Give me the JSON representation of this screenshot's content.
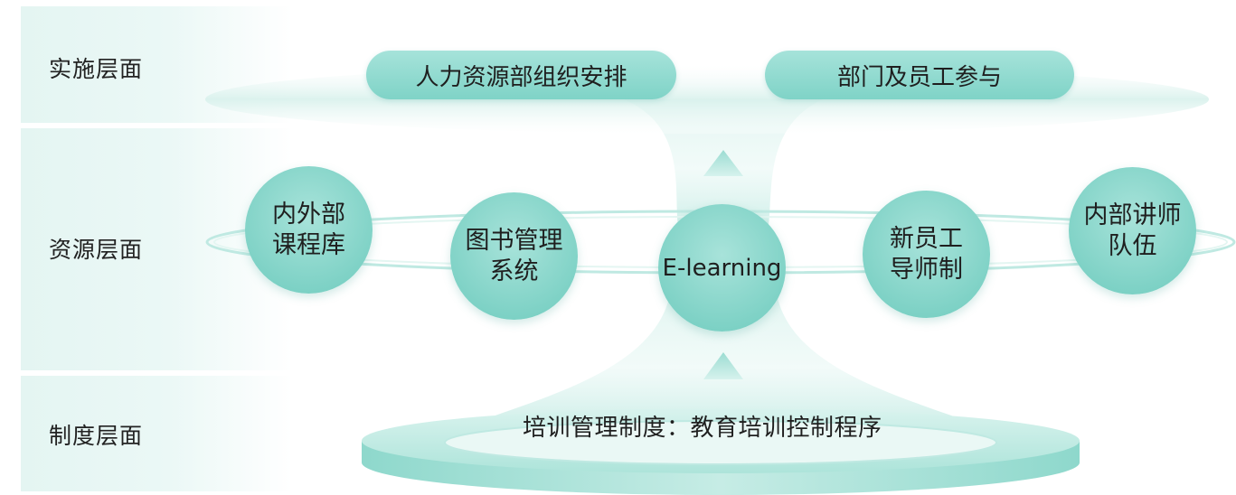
{
  "levels": {
    "implementation": "实施层面",
    "resource": "资源层面",
    "system": "制度层面"
  },
  "implementation_items": {
    "hr": "人力资源部组织安排",
    "dept": "部门及员工参与"
  },
  "resource_items": {
    "c1": "内外部\n课程库",
    "c2": "图书管理\n系统",
    "c3": "E-learning",
    "c4": "新员工\n导师制",
    "c5": "内部讲师\n队伍"
  },
  "system_item": "培训管理制度：教育培训控制程序",
  "colors": {
    "accent": "#7fd3c7",
    "band": "#e4f5f2",
    "text": "#1f1f1f"
  }
}
